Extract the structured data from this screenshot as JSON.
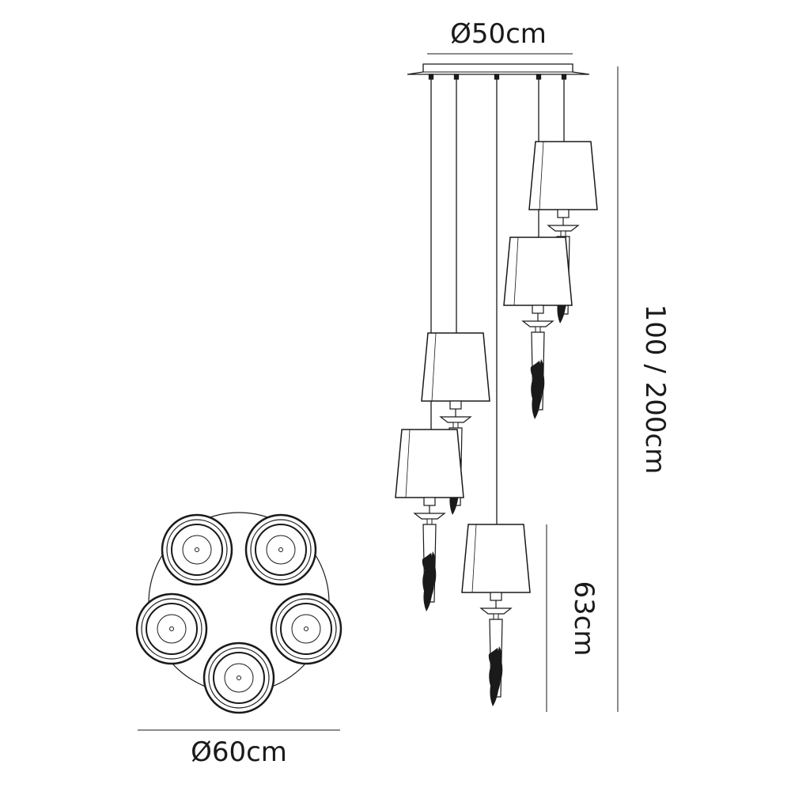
{
  "dimensions": {
    "canopy_diameter": "Ø50cm",
    "overall_height": "100 / 200cm",
    "lamp_height": "63cm",
    "spread_diameter": "Ø60cm"
  },
  "colors": {
    "line": "#1a1a1a",
    "background": "#ffffff"
  }
}
